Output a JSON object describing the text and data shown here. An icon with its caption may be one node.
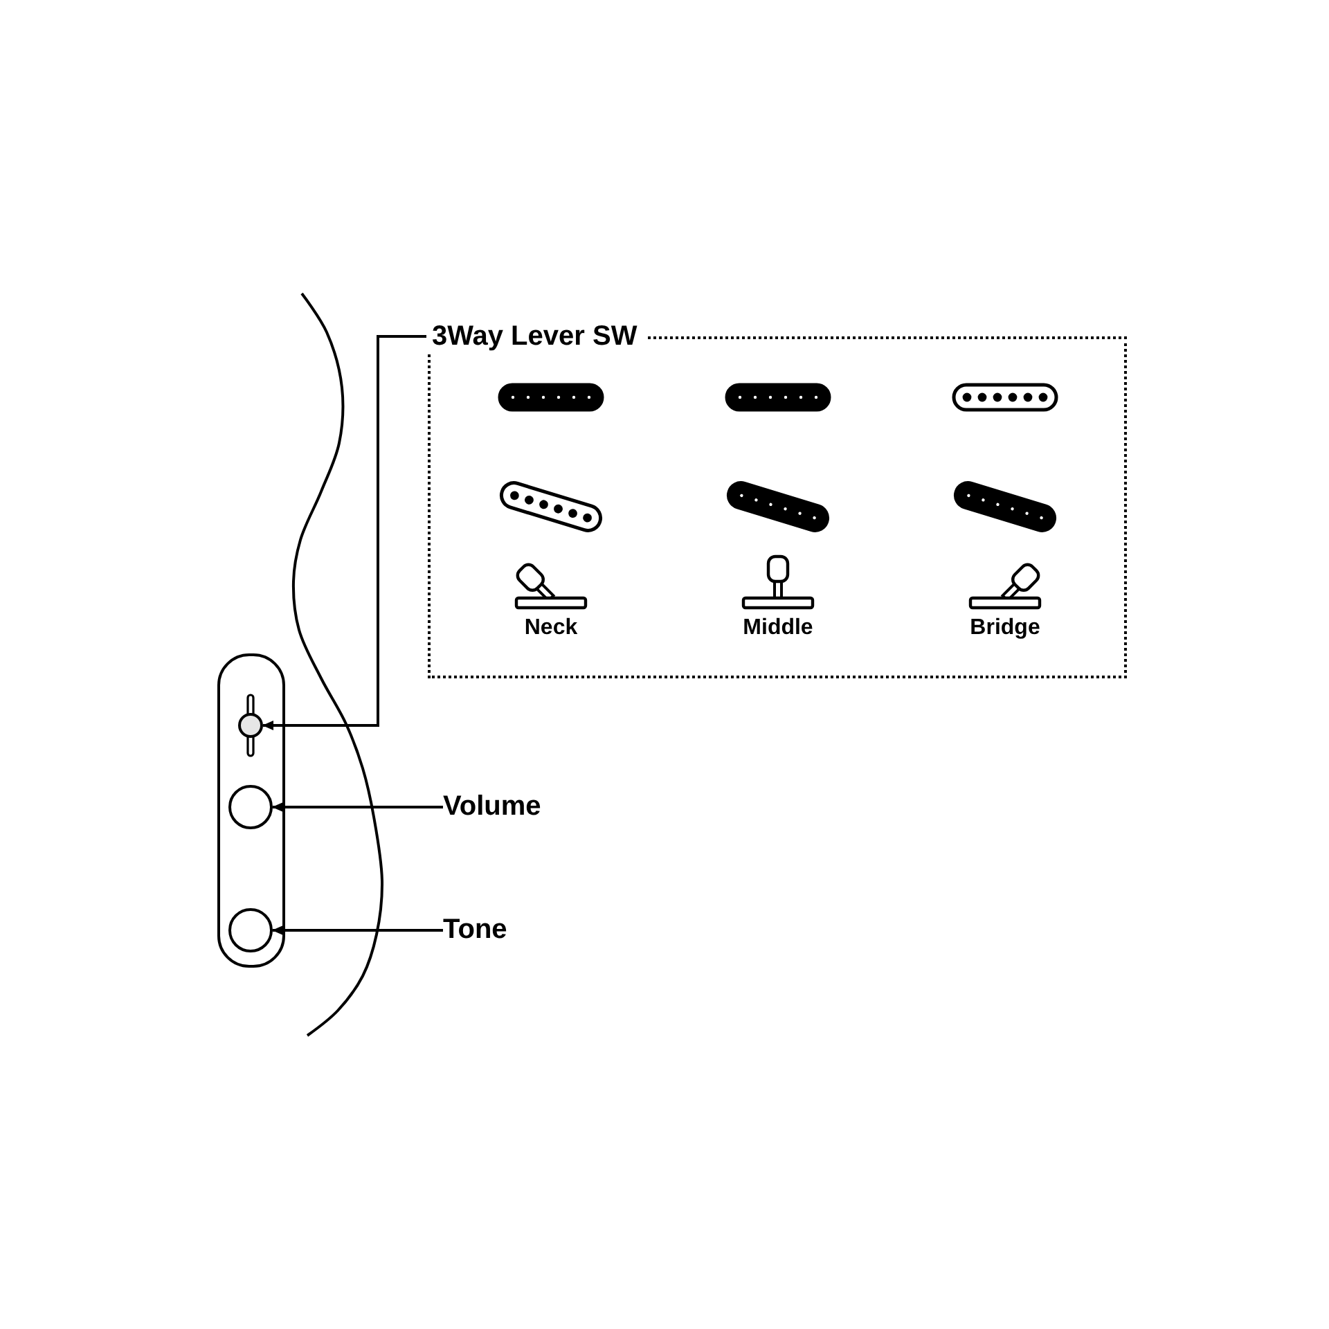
{
  "diagram": {
    "nodes": [
      {
        "text": [
          "3Way Lever SW"
        ]
      },
      {
        "text": [],
        "shape": "picture"
      },
      {
        "text": [],
        "shape": "circle"
      },
      {
        "text": [
          "Volume"
        ]
      },
      {
        "text": [],
        "shape": "circle"
      },
      {
        "text": [
          "Tone"
        ]
      }
    ],
    "edges": [
      {
        "from": 0,
        "to": 1,
        "arrow": "to"
      },
      {
        "from": 3,
        "to": 2,
        "arrow": "to"
      },
      {
        "from": 5,
        "to": 4,
        "arrow": "to"
      }
    ],
    "labels": [
      "Neck",
      "Middle",
      "Bridge"
    ]
  }
}
